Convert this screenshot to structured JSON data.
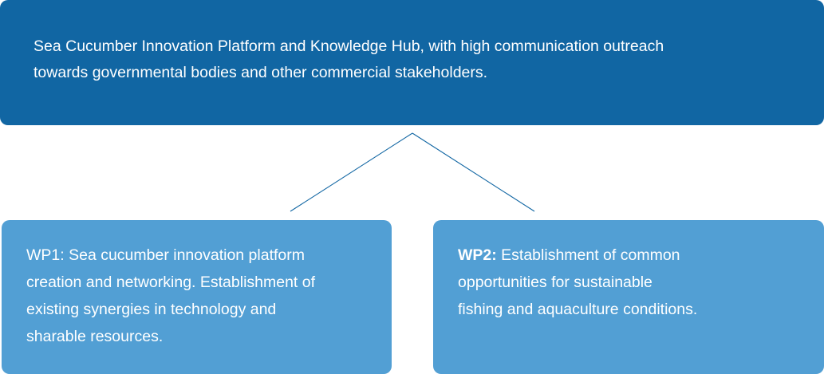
{
  "top_box": {
    "lines": [
      "Sea Cucumber Innovation Platform and Knowledge Hub, with high communication outreach",
      "towards governmental bodies and other commercial stakeholders."
    ]
  },
  "wp1": {
    "lines": [
      "WP1: Sea cucumber innovation platform",
      "creation and networking. Establishment of",
      "existing synergies in technology and",
      "sharable resources."
    ]
  },
  "wp2": {
    "label": "WP2:",
    "lines": [
      " Establishment of common",
      "opportunities for sustainable",
      "fishing and aquaculture conditions."
    ]
  },
  "colors": {
    "top_box": "#1166a3",
    "wp_box": "#529fd4",
    "connector": "#1166a3"
  }
}
